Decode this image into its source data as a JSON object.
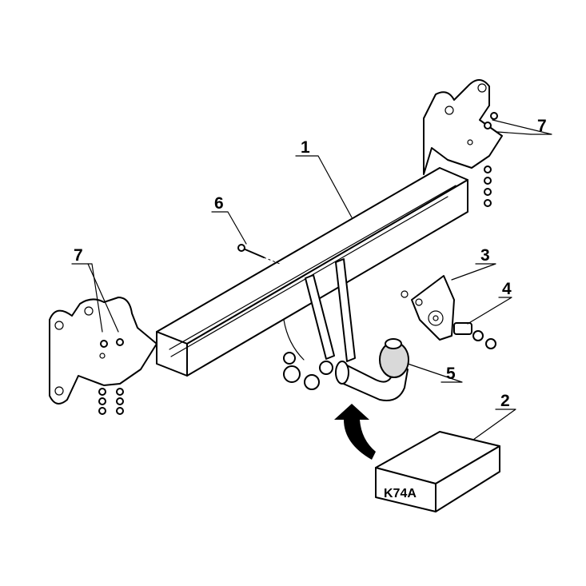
{
  "callouts": {
    "c1": "1",
    "c2": "2",
    "c3": "3",
    "c4": "4",
    "c5": "5",
    "c6": "6",
    "c7_right": "7",
    "c7_left": "7"
  },
  "box_label": "K74A",
  "colors": {
    "line": "#000000",
    "background": "#ffffff",
    "ball_shade": "#d9d9d9"
  },
  "icons": [
    "curved-arrow-icon"
  ]
}
